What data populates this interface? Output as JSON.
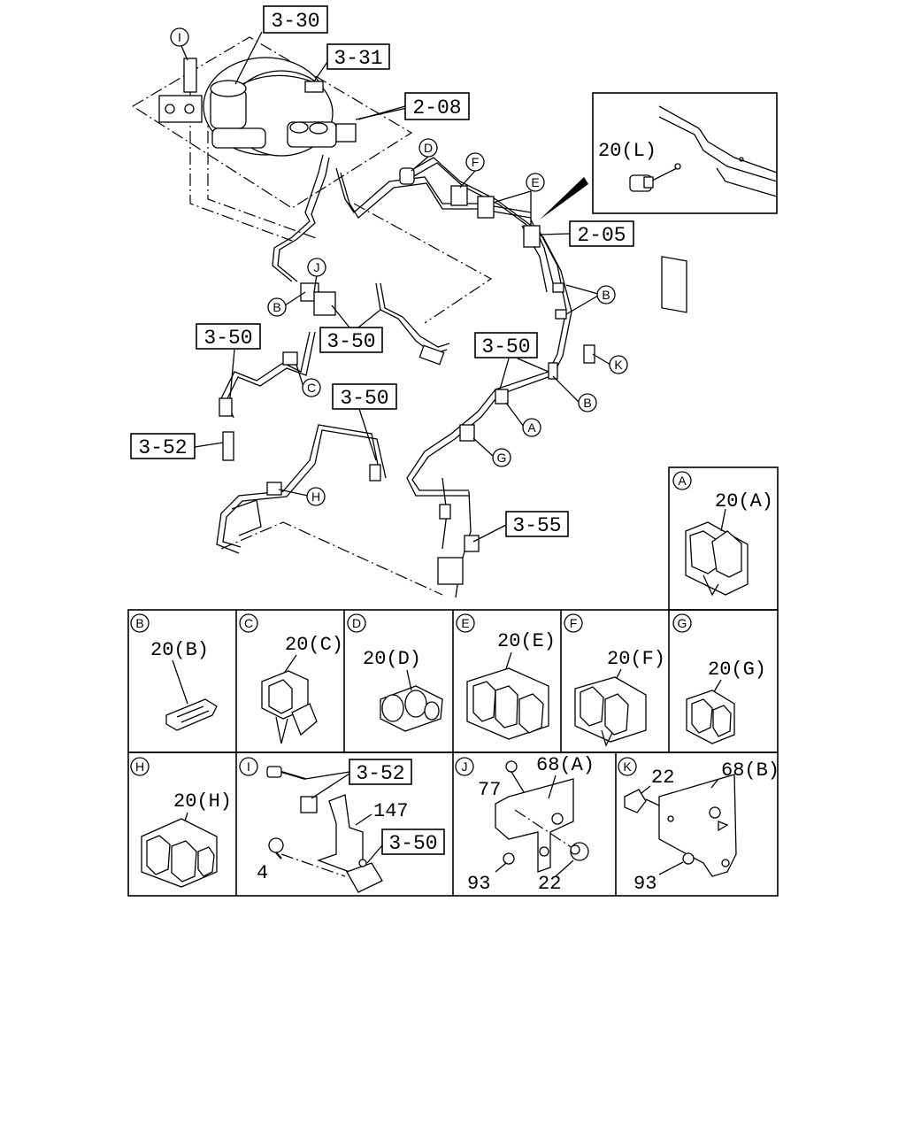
{
  "refs": {
    "r330": "3-30",
    "r331": "3-31",
    "r208": "2-08",
    "r205": "2-05",
    "r350a": "3-50",
    "r350b": "3-50",
    "r350c": "3-50",
    "r350d": "3-50",
    "r352a": "3-52",
    "r355": "3-55",
    "r352i": "3-52",
    "r350i": "3-50"
  },
  "callouts": {
    "I": "I",
    "D": "D",
    "F": "F",
    "E": "E",
    "J": "J",
    "B1": "B",
    "B2": "B",
    "B3": "B",
    "K": "K",
    "C": "C",
    "A": "A",
    "G": "G",
    "H": "H"
  },
  "inset_l": {
    "label": "20(L)"
  },
  "panels": {
    "A": {
      "letter": "A",
      "part": "20(A)"
    },
    "B": {
      "letter": "B",
      "part": "20(B)"
    },
    "C": {
      "letter": "C",
      "part": "20(C)"
    },
    "D": {
      "letter": "D",
      "part": "20(D)"
    },
    "E": {
      "letter": "E",
      "part": "20(E)"
    },
    "F": {
      "letter": "F",
      "part": "20(F)"
    },
    "G": {
      "letter": "G",
      "part": "20(G)"
    },
    "H": {
      "letter": "H",
      "part": "20(H)"
    },
    "I": {
      "letter": "I",
      "n1": "147",
      "n2": "4"
    },
    "J": {
      "letter": "J",
      "n1": "68(A)",
      "n2": "77",
      "n3": "93",
      "n4": "22"
    },
    "K": {
      "letter": "K",
      "n1": "22",
      "n2": "68(B)",
      "n3": "93"
    }
  }
}
